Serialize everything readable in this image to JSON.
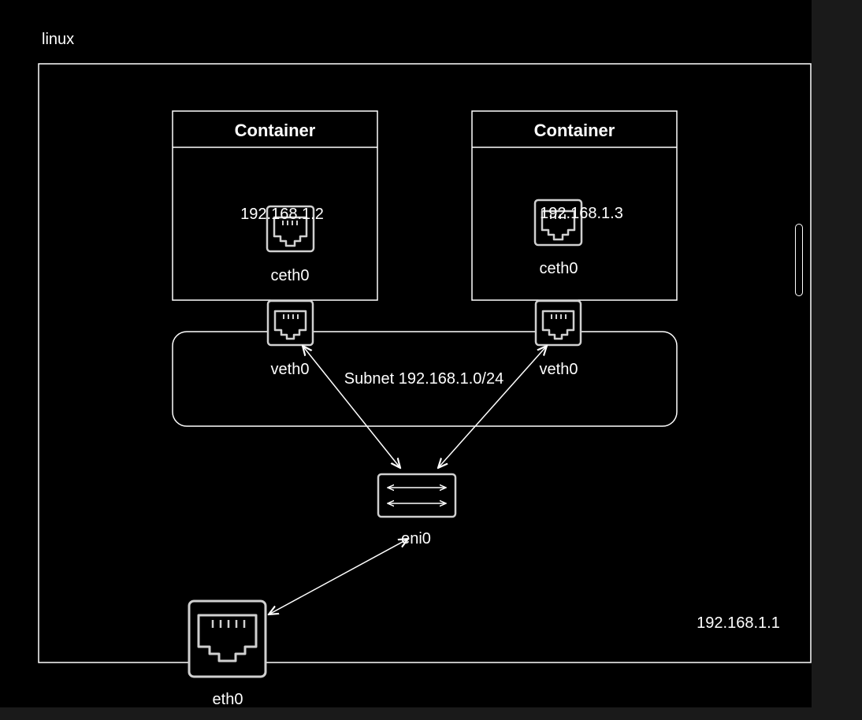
{
  "host": {
    "title": "linux",
    "ip": "192.168.1.1"
  },
  "containers": [
    {
      "header": "Container",
      "ip": "192.168.1.2",
      "iface": "ceth0"
    },
    {
      "header": "Container",
      "ip": "192.168.1.3",
      "iface": "ceth0"
    }
  ],
  "veths": [
    "veth0",
    "veth0"
  ],
  "subnet": {
    "label": "Subnet 192.168.1.0/24"
  },
  "bridge": {
    "label": "eni0"
  },
  "host_iface": {
    "label": "eth0"
  },
  "colors": {
    "background": "#000000",
    "stroke": "#ffffff",
    "icon_stroke": "#d0d0d0",
    "frame": "#1a1a1a"
  },
  "icons": {
    "port": "ethernet-port-icon",
    "bridge": "network-bridge-icon"
  }
}
